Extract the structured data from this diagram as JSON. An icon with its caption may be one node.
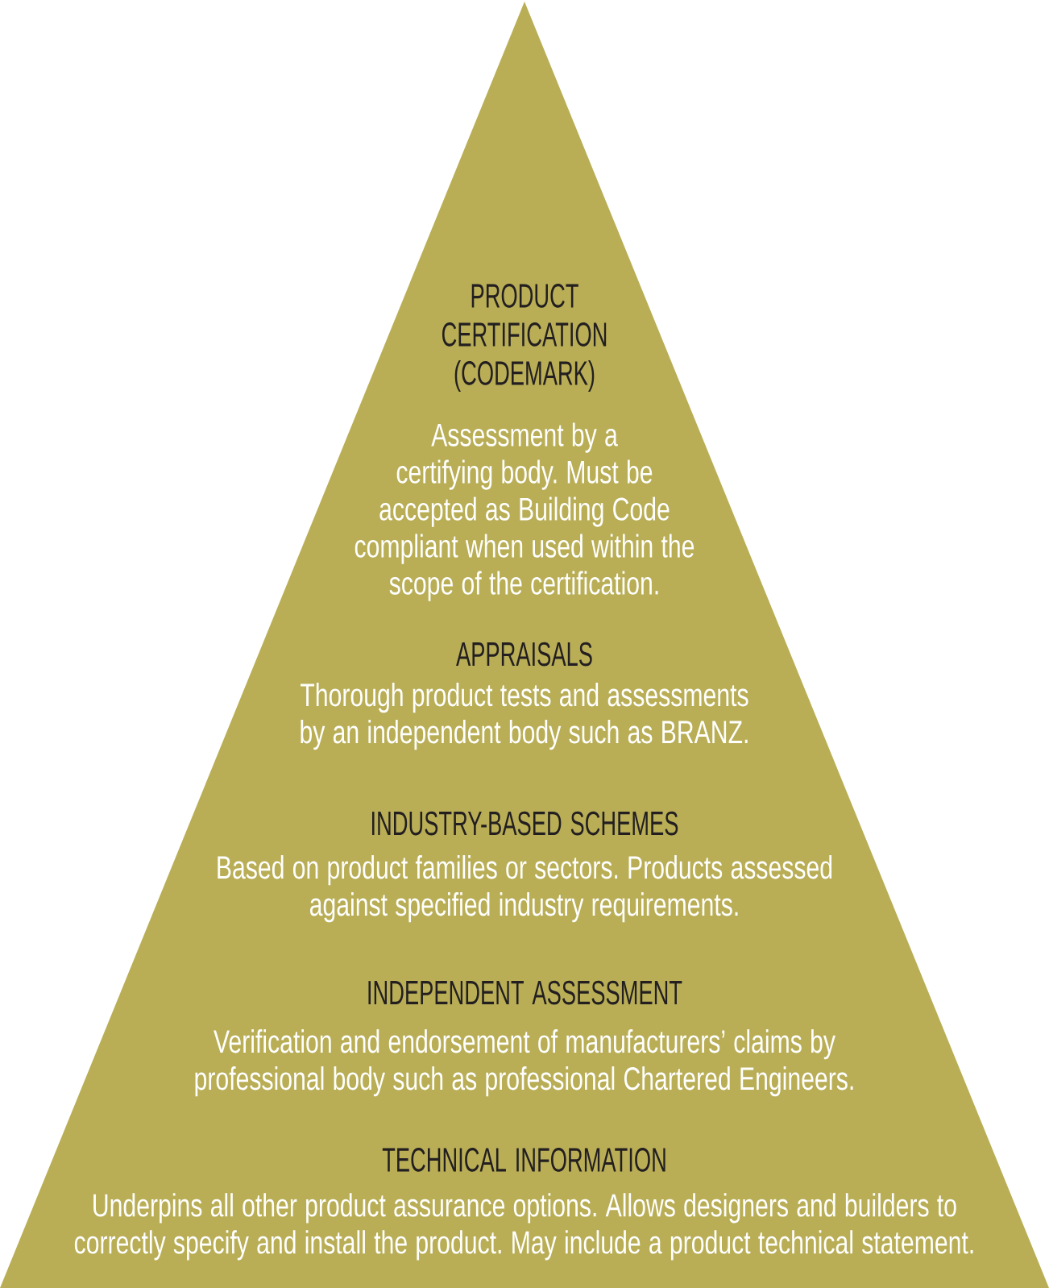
{
  "diagram": {
    "nodes": [
      {
        "text": [
          "PRODUCT CERTIFICATION (CODEMARK)",
          "Assessment by a certifying body. Must be accepted as Building Code compliant when used within the scope of the certification.",
          "APPRAISALS",
          "Thorough product tests and assessments by an independent body such as BRANZ.",
          "INDUSTRY-BASED SCHEMES",
          "Based on product families or sectors. Products assessed against specified industry requirements.",
          "INDEPENDENT ASSESSMENT",
          "Verification and endorsement of manufacturers’ claims by professional body such as professional Chartered Engineers.",
          "TECHNICAL INFORMATION",
          "Underpins all other product assurance options. Allows designers and builders to correctly specify and install the product. May include a product technical statement."
        ]
      }
    ]
  }
}
